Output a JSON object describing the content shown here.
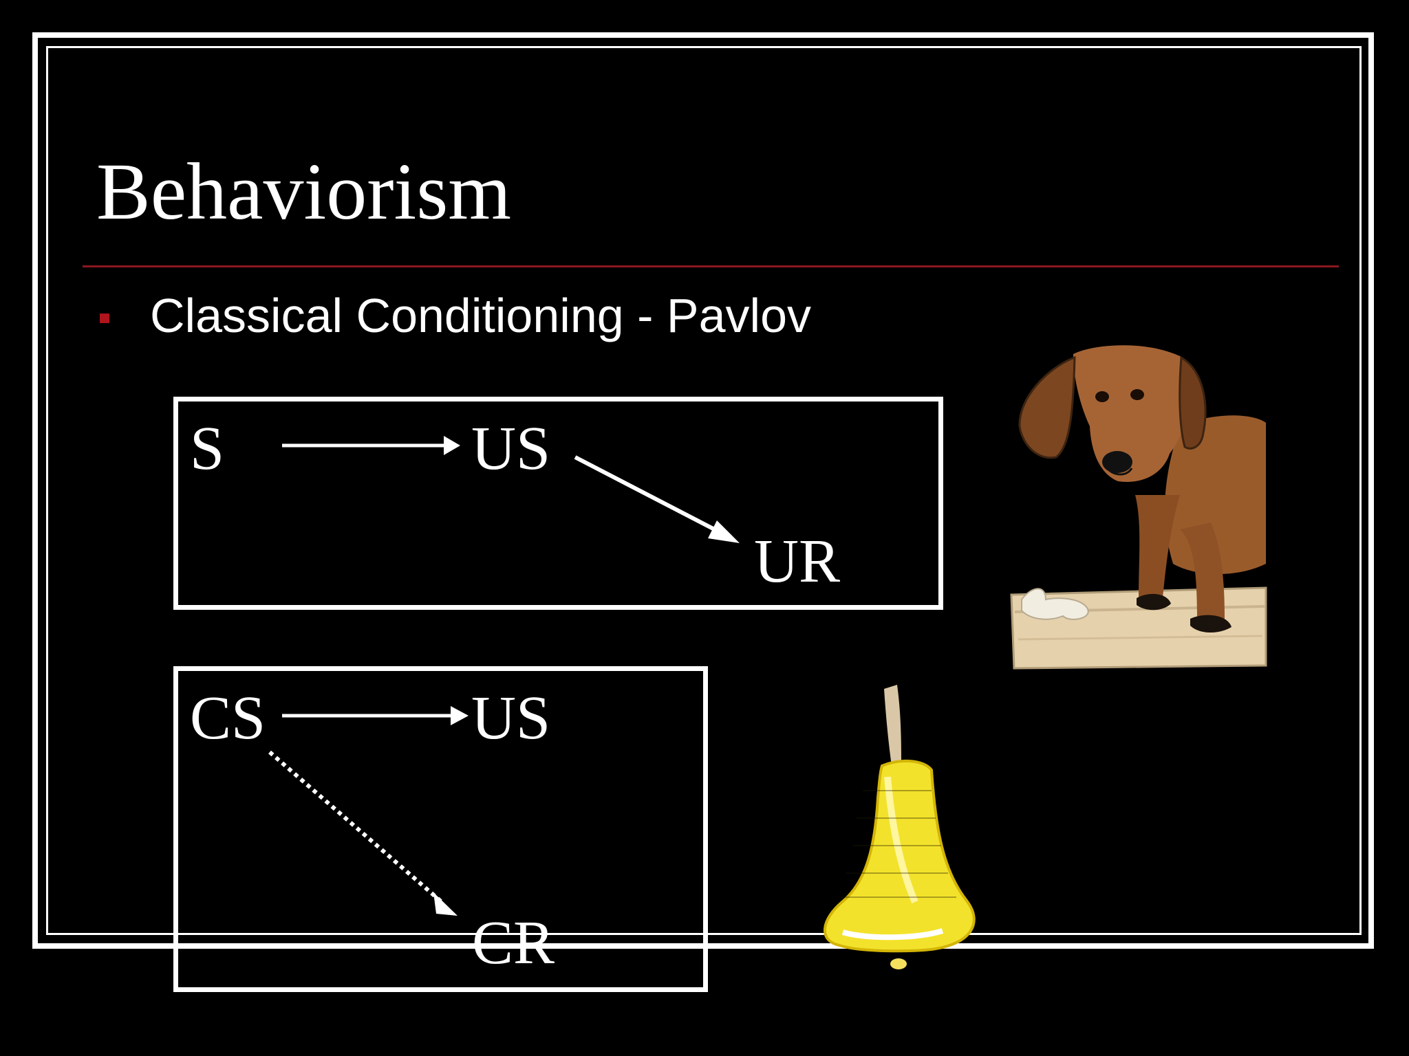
{
  "slide": {
    "title": "Behaviorism",
    "bullet": "Classical Conditioning - Pavlov",
    "accent_color": "#8a1820"
  },
  "diagram": {
    "unconditioned": {
      "stimulus": "S",
      "us": "US",
      "ur": "UR"
    },
    "conditioned": {
      "cs": "CS",
      "us": "US",
      "cr": "CR"
    }
  },
  "illustrations": {
    "dog": "dachshund-illustration",
    "bell": "bell-illustration"
  }
}
